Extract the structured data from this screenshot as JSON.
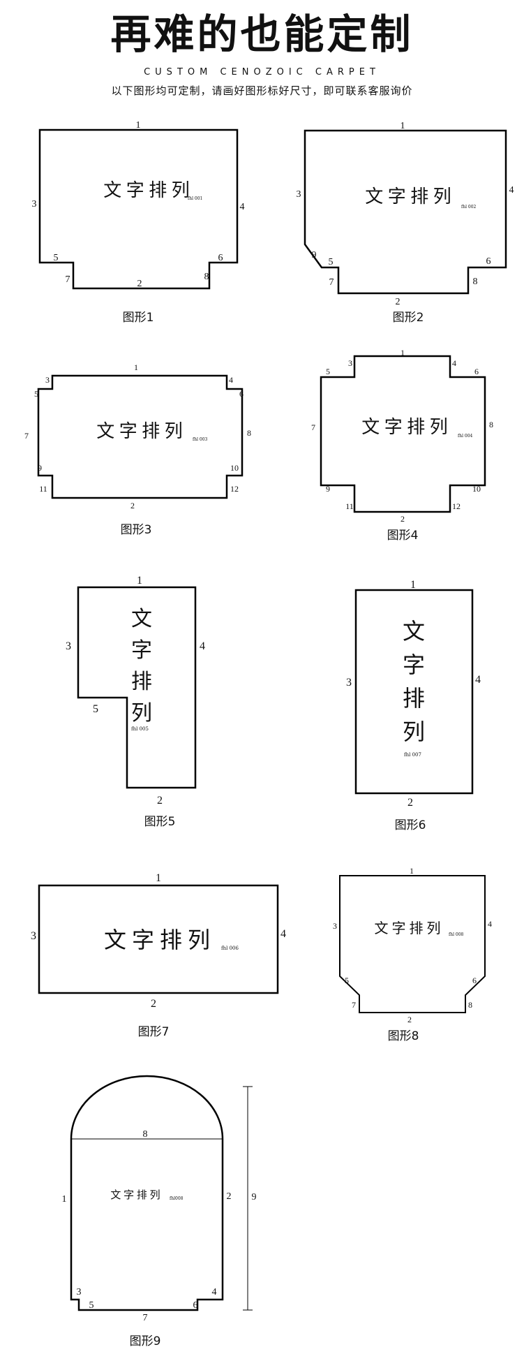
{
  "header": {
    "title": "再难的也能定制",
    "subtitle": "CUSTOM CENOZOIC CARPET",
    "note": "以下图形均可定制，请画好图形标好尺寸，即可联系客服询价"
  },
  "labels": {
    "text_layout": "文 字 排 列",
    "text_chars": [
      "文",
      "字",
      "排",
      "列"
    ]
  },
  "figures": [
    {
      "caption": "图形1",
      "code": "fhl 001",
      "marks": {
        "e1": "1",
        "e2": "2",
        "e3": "3",
        "e4": "4",
        "e5": "5",
        "e6": "6",
        "e7": "7",
        "e8": "8"
      }
    },
    {
      "caption": "图形2",
      "code": "fhl 002",
      "marks": {
        "e1": "1",
        "e2": "2",
        "e3": "3",
        "e4": "4",
        "e5": "5",
        "e6": "6",
        "e7": "7",
        "e8": "8",
        "e9": "9"
      }
    },
    {
      "caption": "图形3",
      "code": "fhl 003",
      "marks": {
        "e1": "1",
        "e2": "2",
        "e3": "3",
        "e4": "4",
        "e5": "5",
        "e6": "6",
        "e7": "7",
        "e8": "8",
        "e9": "9",
        "e10": "10",
        "e11": "11",
        "e12": "12"
      }
    },
    {
      "caption": "图形4",
      "code": "fhl 004",
      "marks": {
        "e1": "1",
        "e2": "2",
        "e3": "3",
        "e4": "4",
        "e5": "5",
        "e6": "6",
        "e7": "7",
        "e8": "8",
        "e9": "9",
        "e10": "10",
        "e11": "11",
        "e12": "12"
      }
    },
    {
      "caption": "图形5",
      "code": "fhl 005",
      "marks": {
        "e1": "1",
        "e2": "2",
        "e3": "3",
        "e4": "4",
        "e5": "5"
      }
    },
    {
      "caption": "图形6",
      "code": "fhl 007",
      "marks": {
        "e1": "1",
        "e2": "2",
        "e3": "3",
        "e4": "4"
      }
    },
    {
      "caption": "图形7",
      "code": "fhl 006",
      "marks": {
        "e1": "1",
        "e2": "2",
        "e3": "3",
        "e4": "4"
      }
    },
    {
      "caption": "图形8",
      "code": "fhl 008",
      "marks": {
        "e1": "1",
        "e2": "2",
        "e3": "3",
        "e4": "4",
        "e5": "5",
        "e6": "6",
        "e7": "7",
        "e8": "8"
      }
    },
    {
      "caption": "图形9",
      "code": "fhl008",
      "marks": {
        "e1": "1",
        "e2": "2",
        "e3": "3",
        "e4": "4",
        "e5": "5",
        "e6": "6",
        "e7": "7",
        "e8": "8",
        "e9": "9"
      }
    }
  ]
}
